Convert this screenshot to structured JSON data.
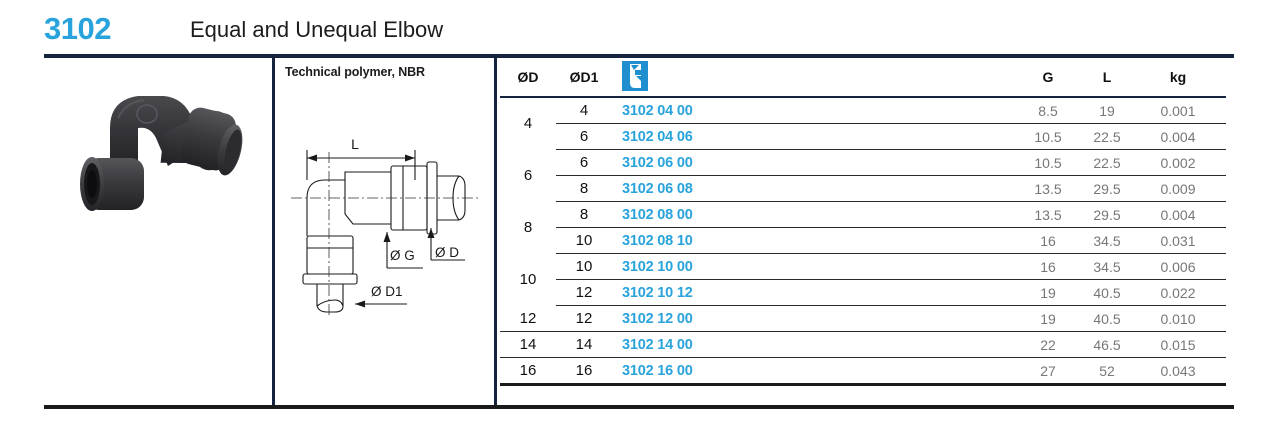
{
  "header": {
    "code": "3102",
    "title": "Equal and Unequal Elbow",
    "rule_color": "#16233c",
    "accent_color": "#29a3dc"
  },
  "product_photo": {
    "icon": "elbow-fitting-photo",
    "alt": "Black technical polymer push-in equal elbow fitting"
  },
  "drawing": {
    "material": "Technical polymer, NBR",
    "icon": "elbow-fitting-cad-drawing",
    "dimension_labels": {
      "length": "L",
      "thread": "Ø G",
      "diameter": "Ø D",
      "diameter1": "Ø D1"
    }
  },
  "table": {
    "columns": {
      "od": "ØD",
      "od1": "ØD1",
      "code_icon": "product-code-icon",
      "g": "G",
      "l": "L",
      "kg": "kg"
    },
    "groups": [
      {
        "od": "4",
        "rows": [
          {
            "od1": "4",
            "code": "3102 04 00",
            "g": "8.5",
            "l": "19",
            "kg": "0.001"
          },
          {
            "od1": "6",
            "code": "3102 04 06",
            "g": "10.5",
            "l": "22.5",
            "kg": "0.004"
          }
        ]
      },
      {
        "od": "6",
        "rows": [
          {
            "od1": "6",
            "code": "3102 06 00",
            "g": "10.5",
            "l": "22.5",
            "kg": "0.002"
          },
          {
            "od1": "8",
            "code": "3102 06 08",
            "g": "13.5",
            "l": "29.5",
            "kg": "0.009"
          }
        ]
      },
      {
        "od": "8",
        "rows": [
          {
            "od1": "8",
            "code": "3102 08 00",
            "g": "13.5",
            "l": "29.5",
            "kg": "0.004"
          },
          {
            "od1": "10",
            "code": "3102 08 10",
            "g": "16",
            "l": "34.5",
            "kg": "0.031"
          }
        ]
      },
      {
        "od": "10",
        "rows": [
          {
            "od1": "10",
            "code": "3102 10 00",
            "g": "16",
            "l": "34.5",
            "kg": "0.006"
          },
          {
            "od1": "12",
            "code": "3102 10 12",
            "g": "19",
            "l": "40.5",
            "kg": "0.022"
          }
        ]
      },
      {
        "od": "12",
        "rows": [
          {
            "od1": "12",
            "code": "3102 12 00",
            "g": "19",
            "l": "40.5",
            "kg": "0.010"
          }
        ]
      },
      {
        "od": "14",
        "rows": [
          {
            "od1": "14",
            "code": "3102 14 00",
            "g": "22",
            "l": "46.5",
            "kg": "0.015"
          }
        ]
      },
      {
        "od": "16",
        "rows": [
          {
            "od1": "16",
            "code": "3102 16 00",
            "g": "27",
            "l": "52",
            "kg": "0.043"
          }
        ]
      }
    ]
  }
}
